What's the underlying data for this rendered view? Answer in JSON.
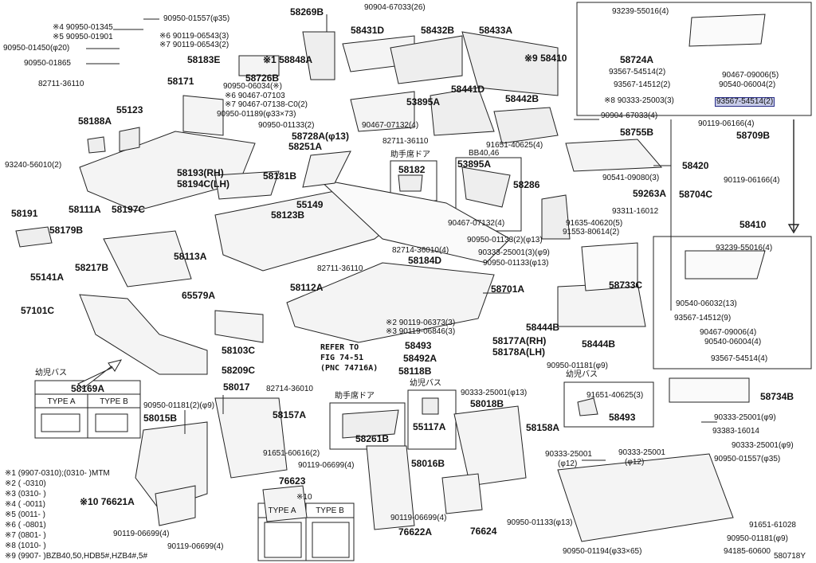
{
  "diagram": {
    "code": "580718Y",
    "notes": [
      "※1 (9907-0310);(0310-    )MTM",
      "※2 (      -0310)",
      "※3 (0310-      )",
      "※4 (      -0011)",
      "※5 (0011-      )",
      "※6 (      -0801)",
      "※7 (0801-      )",
      "※8 (1010-      )",
      "※9 (9907-      )BZB40,50,HDB5#,HZB4#,5#"
    ],
    "boxes": {
      "bb40": "BB40,46",
      "seat1": "助手席ドア",
      "seat2": "助手席ドア",
      "kid1": "幼児バス",
      "kid2": "幼児バス",
      "kid3": "幼児バス",
      "refer": "REFER TO",
      "fig": "FIG 74-51",
      "pnc": "(PNC 74716A)",
      "note10": "※10"
    },
    "tables": {
      "t58169a": {
        "title": "58169A",
        "a": "TYPE A",
        "b": "TYPE B"
      },
      "t76621": {
        "title": "※10",
        "a": "TYPE A",
        "b": "TYPE B"
      }
    },
    "labels": [
      {
        "t": "※4 90950-01345"
      },
      {
        "t": "※5 90950-01901"
      },
      {
        "t": "90950-01450(φ20)"
      },
      {
        "t": "90950-01865"
      },
      {
        "t": "82711-36110"
      },
      {
        "t": "90950-01557(φ35)"
      },
      {
        "t": "※6 90119-06543(3)"
      },
      {
        "t": "※7 90119-06543(2)"
      },
      {
        "t": "58269B"
      },
      {
        "t": "90904-67033(26)"
      },
      {
        "t": "58431D"
      },
      {
        "t": "58432B"
      },
      {
        "t": "58433A"
      },
      {
        "t": "※9 58410"
      },
      {
        "t": "58183E"
      },
      {
        "t": "※1 58848A"
      },
      {
        "t": "58726B"
      },
      {
        "t": "58171"
      },
      {
        "t": "55123"
      },
      {
        "t": "58188A"
      },
      {
        "t": "90950-06034(※)"
      },
      {
        "t": "※6 90467-07103"
      },
      {
        "t": "※7 90467-07138-C0(2)"
      },
      {
        "t": "90950-01189(φ33×73)"
      },
      {
        "t": "90950-01133(2)"
      },
      {
        "t": "90467-07132(4)"
      },
      {
        "t": "53895A"
      },
      {
        "t": "58441D"
      },
      {
        "t": "58442B"
      },
      {
        "t": "58728A(φ13)"
      },
      {
        "t": "58251A"
      },
      {
        "t": "82711-36110"
      },
      {
        "t": "93240-56010(2)"
      },
      {
        "t": "58193(RH)"
      },
      {
        "t": "58194C(LH)"
      },
      {
        "t": "58181B"
      },
      {
        "t": "58182"
      },
      {
        "t": "53895A"
      },
      {
        "t": "90467-07132(4)"
      },
      {
        "t": "58191"
      },
      {
        "t": "58111A"
      },
      {
        "t": "58197C"
      },
      {
        "t": "55149"
      },
      {
        "t": "58123B"
      },
      {
        "t": "58179B"
      },
      {
        "t": "55141A"
      },
      {
        "t": "58217B"
      },
      {
        "t": "58113A"
      },
      {
        "t": "65579A"
      },
      {
        "t": "57101C"
      },
      {
        "t": "58112A"
      },
      {
        "t": "82711-36110"
      },
      {
        "t": "58184D"
      },
      {
        "t": "82714-36010(4)"
      },
      {
        "t": "58103C"
      },
      {
        "t": "58209C"
      },
      {
        "t": "58017"
      },
      {
        "t": "82714-36010"
      },
      {
        "t": "※2 90119-06373(3)"
      },
      {
        "t": "※3 90119-06846(3)"
      },
      {
        "t": "58493"
      },
      {
        "t": "58492A"
      },
      {
        "t": "58118B"
      },
      {
        "t": "58177A(RH)"
      },
      {
        "t": "58178A(LH)"
      },
      {
        "t": "90950-01181(φ9)"
      },
      {
        "t": "58015B"
      },
      {
        "t": "90950-01181(2)(φ9)"
      },
      {
        "t": "58157A"
      },
      {
        "t": "91651-60616(2)"
      },
      {
        "t": "90119-06699(4)"
      },
      {
        "t": "76623"
      },
      {
        "t": "58016B"
      },
      {
        "t": "58261B"
      },
      {
        "t": "55117A"
      },
      {
        "t": "58018B"
      },
      {
        "t": "90333-25001(φ13)"
      },
      {
        "t": "58158A"
      },
      {
        "t": "90119-06699(4)"
      },
      {
        "t": "76622A"
      },
      {
        "t": "76624"
      },
      {
        "t": "※10 76621A"
      },
      {
        "t": "90119-06699(4)"
      },
      {
        "t": "90119-06699(4)"
      },
      {
        "t": "90904-67033(4)"
      },
      {
        "t": "58755B"
      },
      {
        "t": "91651-40625(4)"
      },
      {
        "t": "90541-09080(3)"
      },
      {
        "t": "59263A"
      },
      {
        "t": "58286"
      },
      {
        "t": "93311-16012"
      },
      {
        "t": "91635-40620(5)"
      },
      {
        "t": "91553-80614(2)"
      },
      {
        "t": "90950-01133(2)(φ13)"
      },
      {
        "t": "90333-25001(3)(φ9)"
      },
      {
        "t": "90950-01133(φ13)"
      },
      {
        "t": "58701A"
      },
      {
        "t": "58733C"
      },
      {
        "t": "58444B"
      },
      {
        "t": "58444B"
      },
      {
        "t": "90119-06166(4)"
      },
      {
        "t": "58709B"
      },
      {
        "t": "58420"
      },
      {
        "t": "90119-06166(4)"
      },
      {
        "t": "58704C"
      },
      {
        "t": "58410"
      },
      {
        "t": "93239-55016(4)"
      },
      {
        "t": "90540-06032(13)"
      },
      {
        "t": "93567-14512(9)"
      },
      {
        "t": "90467-09006(4)"
      },
      {
        "t": "90540-06004(4)"
      },
      {
        "t": "93567-54514(4)"
      },
      {
        "t": "91651-40625(3)"
      },
      {
        "t": "58493"
      },
      {
        "t": "58734B"
      },
      {
        "t": "90333-25001(φ9)"
      },
      {
        "t": "93383-16014"
      },
      {
        "t": "90333-25001(φ9)"
      },
      {
        "t": "90950-01557(φ35)"
      },
      {
        "t": "90333-25001"
      },
      {
        "t": "(φ12)"
      },
      {
        "t": "90333-25001"
      },
      {
        "t": "(φ12)"
      },
      {
        "t": "90950-01133(φ13)"
      },
      {
        "t": "91651-61028"
      },
      {
        "t": "90950-01181(φ9)"
      },
      {
        "t": "90950-01194(φ33×65)"
      },
      {
        "t": "94185-60600"
      },
      {
        "t": "93239-55016(4)"
      },
      {
        "t": "58724A"
      },
      {
        "t": "93567-54514(2)"
      },
      {
        "t": "93567-14512(2)"
      },
      {
        "t": "90467-09006(5)"
      },
      {
        "t": "90540-06004(2)"
      },
      {
        "t": "※8 90333-25003(3)"
      },
      {
        "t": "93567-54514(2)"
      }
    ]
  }
}
